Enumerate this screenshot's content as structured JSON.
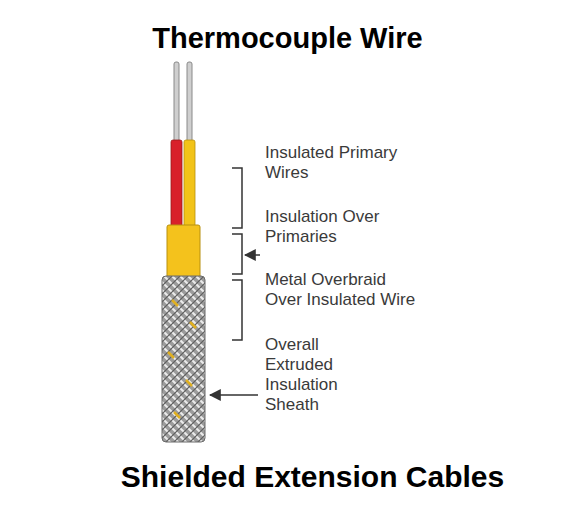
{
  "diagram": {
    "title": "Thermocouple Wire",
    "caption": "Shielded Extension Cables",
    "labels": [
      "Insulated Primary Wires",
      "Insulation Over Primaries",
      "Metal Overbraid Over Insulated Wire",
      "Overall Extruded Insulation Sheath"
    ]
  }
}
